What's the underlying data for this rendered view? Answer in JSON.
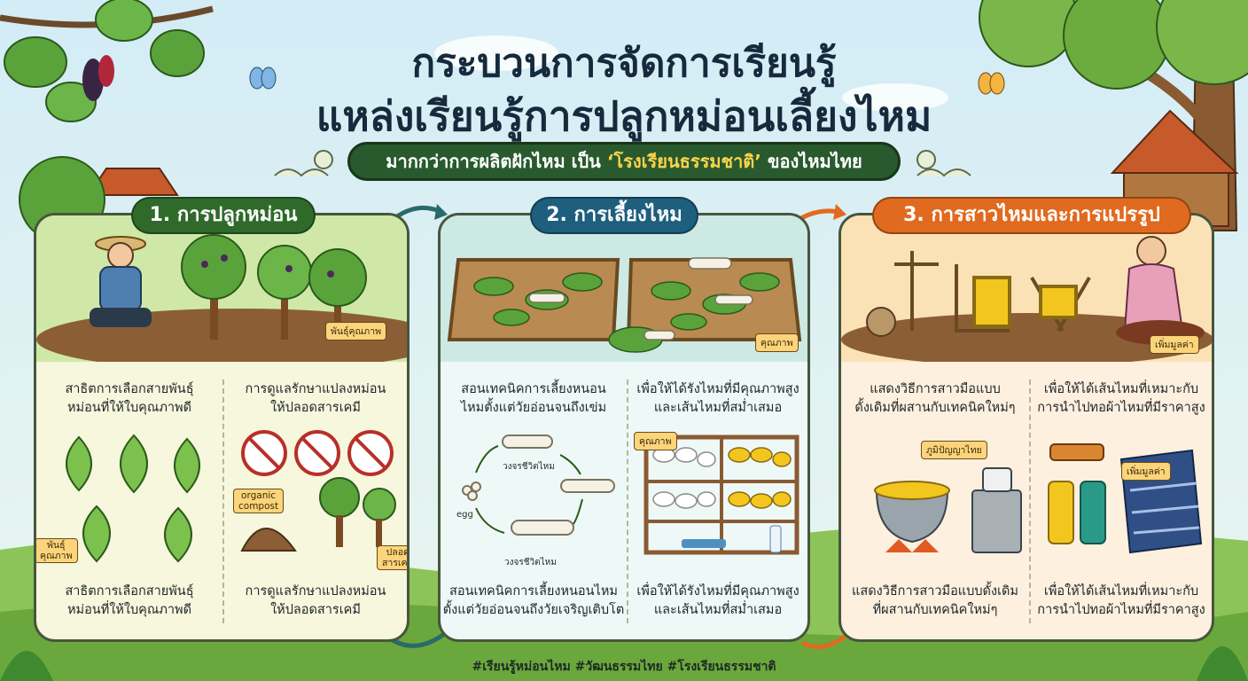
{
  "title": {
    "line1": "กระบวนการจัดการเรียนรู้",
    "line2": "แหล่งเรียนรู้การปลูกหม่อนเลี้ยงไหม"
  },
  "subtitle": {
    "before": "มากกว่าการผลิตฝักไหม เป็น ",
    "highlight": "‘โรงเรียนธรรมชาติ’",
    "after": " ของไหมไทย"
  },
  "steps": [
    {
      "heading": "1. การปลูกหม่อน",
      "tag_top": "พันธุ์คุณภาพ",
      "text_a": [
        "สาธิตการเลือกสายพันธุ์",
        "หม่อนที่ให้ใบคุณภาพดี"
      ],
      "text_b": [
        "การดูแลรักษาแปลงหม่อน",
        "ให้ปลอดสารเคมี"
      ],
      "tag_leaf": [
        "พันธุ์",
        "คุณภาพ"
      ],
      "compost_label": [
        "organic",
        "compost"
      ],
      "tag_safe": [
        "ปลอด",
        "สารเคมี"
      ],
      "text_c": [
        "สาธิตการเลือกสายพันธุ์",
        "หม่อนที่ให้ใบคุณภาพดี"
      ],
      "text_d": [
        "การดูแลรักษาแปลงหม่อน",
        "ให้ปลอดสารเคมี"
      ]
    },
    {
      "heading": "2. การเลี้ยงไหม",
      "tag_top": "คุณภาพ",
      "text_a": [
        "สอนเทคนิคการเลี้ยงหนอน",
        "ไหมตั้งแต่วัยอ่อนจนถึงเข่ม"
      ],
      "text_b": [
        "เพื่อให้ได้รังไหมที่มีคุณภาพสูง",
        "และเส้นไหมที่สม่ำเสมอ"
      ],
      "cycle_label_top": "วงจรชีวิตไหม",
      "cycle_label_bottom": "วงจรชีวิตไหม",
      "egg_label": "egg",
      "tag_rack": "คุณภาพ",
      "text_c": [
        "สอนเทคนิคการเลี้ยงหนอนไหม",
        "ตั้งแต่วัยอ่อนจนถึงวัยเจริญเติบโต"
      ],
      "text_d": [
        "เพื่อให้ได้รังไหมที่มีคุณภาพสูง",
        "และเส้นไหมที่สม่ำเสมอ"
      ]
    },
    {
      "heading": "3. การสาวไหมและการแปรรูป",
      "tag_top": "เพิ่มมูลค่า",
      "text_a": [
        "แสดงวิธีการสาวมือแบบ",
        "ดั้งเดิมที่ผสานกับเทคนิคใหม่ๆ"
      ],
      "text_b": [
        "เพื่อให้ได้เส้นไหมที่เหมาะกับ",
        "การนำไปทอผ้าไหมที่มีราคาสูง"
      ],
      "tag_wisdom": "ภูมิปัญญาไทย",
      "tag_value": "เพิ่มมูลค่า",
      "text_c": [
        "แสดงวิธีการสาวมือแบบดั้งเดิม",
        "ที่ผสานกับเทคนิคใหม่ๆ"
      ],
      "text_d": [
        "เพื่อให้ได้เส้นไหมที่เหมาะกับ",
        "การนำไปทอผ้าไหมที่มีราคาสูง"
      ]
    }
  ],
  "footer": "#เรียนรู้หม่อนไหม #วัฒนธรรมไทย #โรงเรียนธรรมชาติ",
  "colors": {
    "step1": "#2f6a2b",
    "step2": "#1f5f7e",
    "step3": "#e06a1f",
    "subtitle_bg": "#285a2e",
    "highlight": "#ffd34a"
  }
}
